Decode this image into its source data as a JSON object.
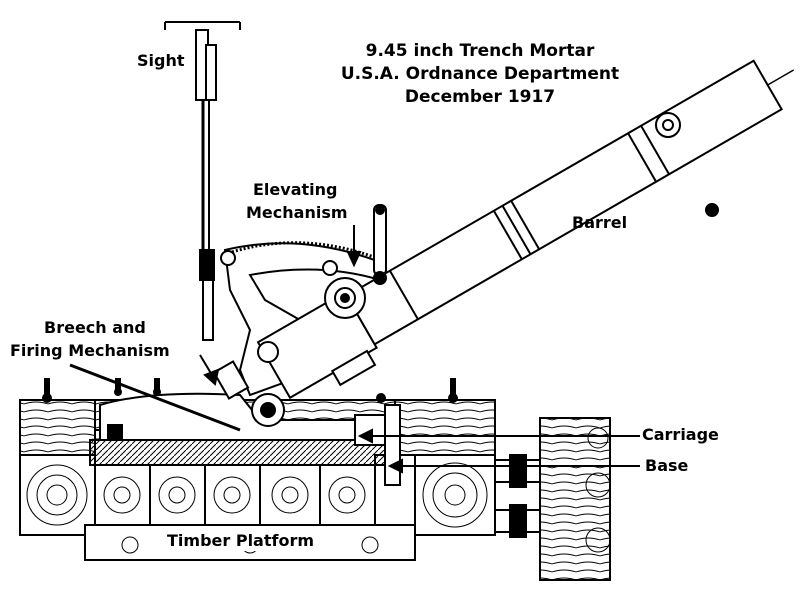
{
  "title": {
    "line1": "9.45 inch Trench Mortar",
    "line2": "U.S.A. Ordnance Department",
    "line3": "December 1917"
  },
  "labels": {
    "sight": "Sight",
    "elevating_1": "Elevating",
    "elevating_2": "Mechanism",
    "barrel": "Barrel",
    "breech_1": "Breech and",
    "breech_2": "Firing Mechanism",
    "carriage": "Carriage",
    "base": "Base",
    "timber": "Timber Platform"
  }
}
